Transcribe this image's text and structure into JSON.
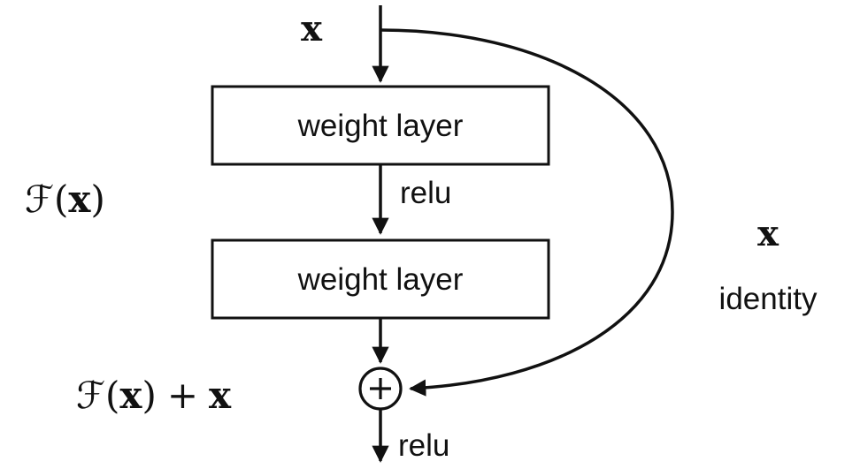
{
  "diagram": {
    "title_semantic": "residual-learning-building-block",
    "input_label": "x",
    "layers": [
      {
        "label": "weight layer"
      },
      {
        "label": "weight layer"
      }
    ],
    "relu_mid": "relu",
    "relu_out": "relu",
    "residual_label": {
      "fn": "ℱ(",
      "arg": "x",
      "close": ")"
    },
    "output_label": {
      "fn": "ℱ(",
      "arg": "x",
      "close": ")",
      "plus": "+",
      "x2": "x"
    },
    "identity": {
      "x": "x",
      "label": "identity"
    },
    "icons": {
      "plus_node": "+"
    },
    "colors": {
      "ink": "#111111",
      "background": "#ffffff"
    }
  }
}
